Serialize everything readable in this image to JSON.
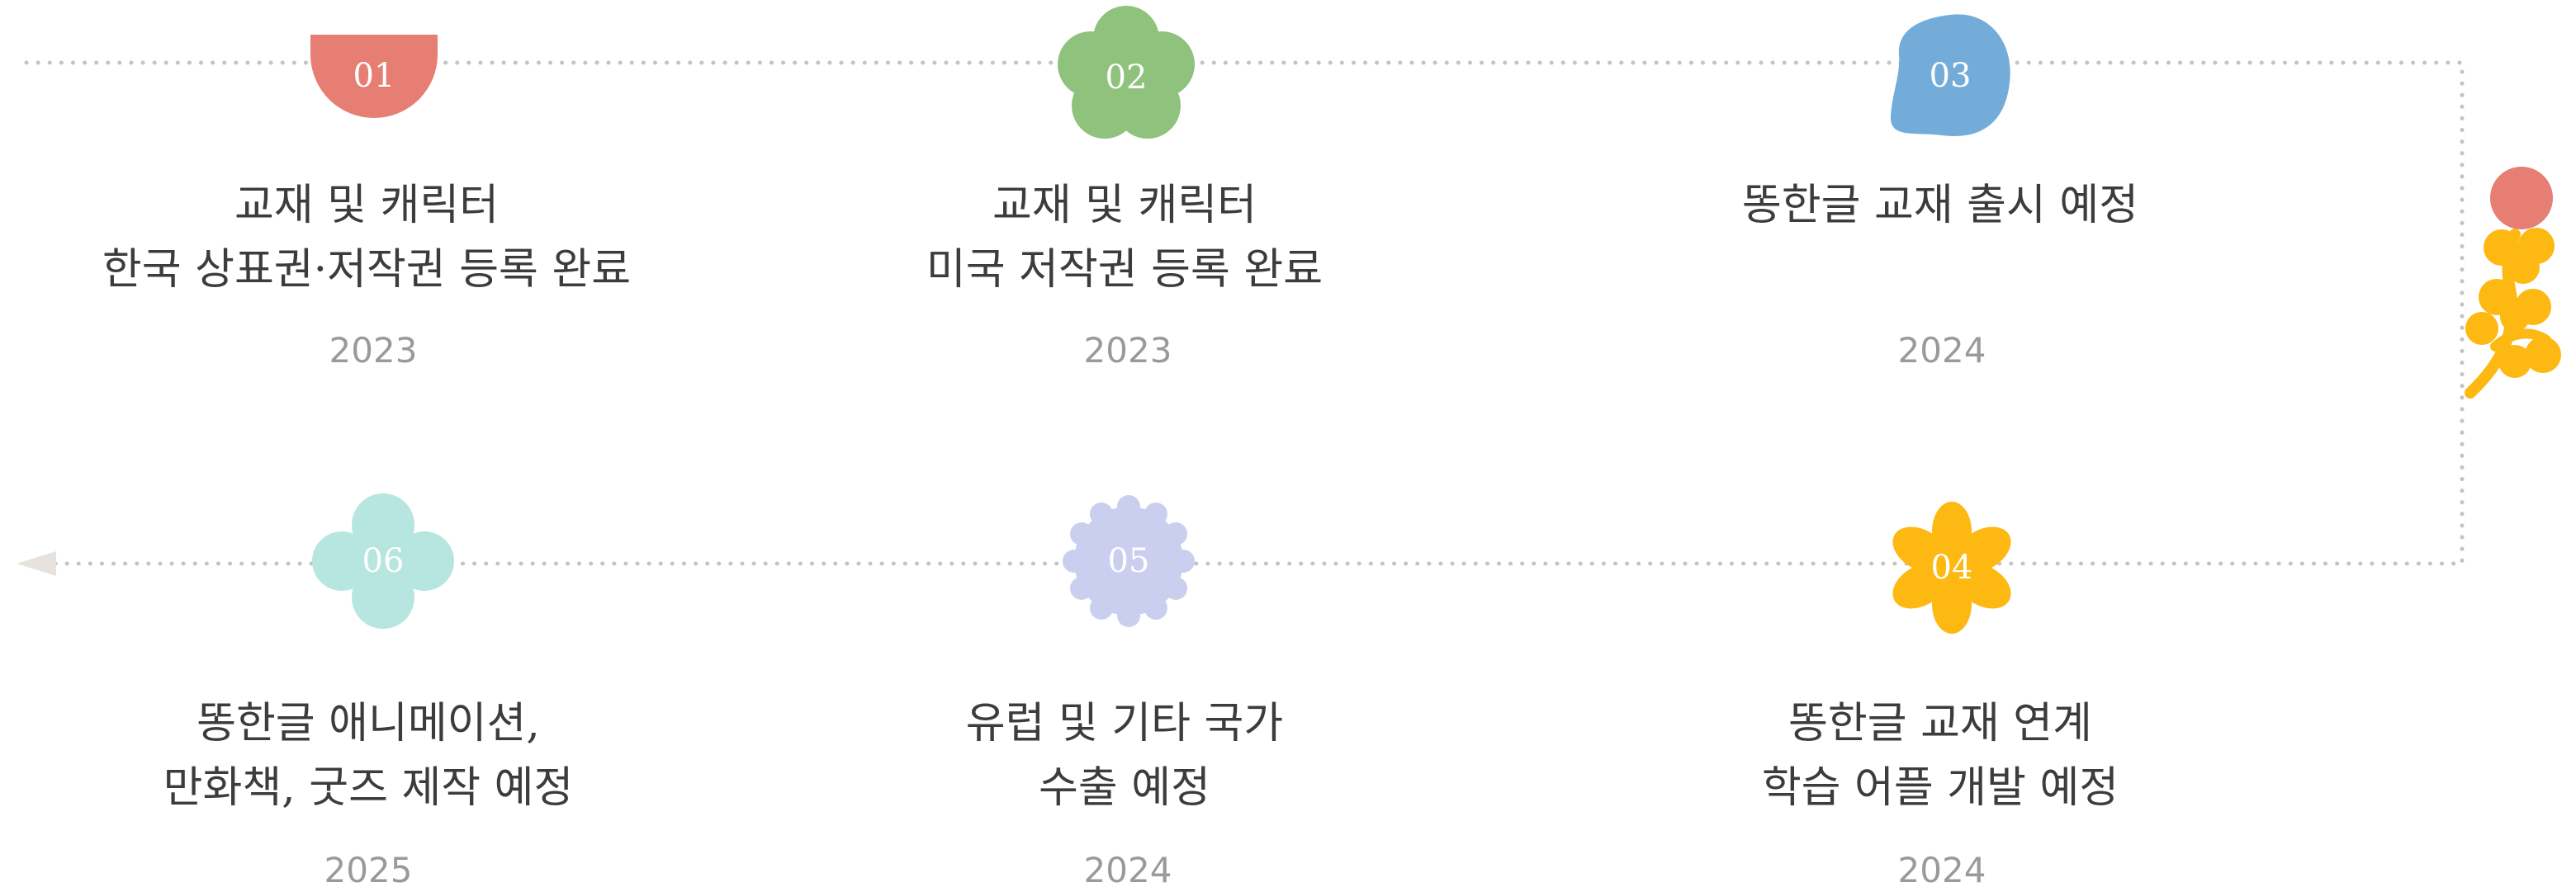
{
  "colors": {
    "track": "#c4c4c4",
    "text": "#3c3c3c",
    "year": "#9a9a9a",
    "step1": "#e77e74",
    "step2": "#8fc27d",
    "step3": "#74acd9",
    "step4": "#fdb812",
    "step5": "#cbcfef",
    "step6": "#b6e6df",
    "sprig_flower": "#e77e74",
    "sprig_leaves": "#fdb812"
  },
  "steps": [
    {
      "number": "01",
      "shape": "half-circle-icon",
      "lines": [
        "교재 및 캐릭터",
        "한국 상표권·저작권 등록 완료"
      ],
      "year": "2023"
    },
    {
      "number": "02",
      "shape": "five-petal-flower-icon",
      "lines": [
        "교재 및 캐릭터",
        "미국 저작권 등록 완료"
      ],
      "year": "2023"
    },
    {
      "number": "03",
      "shape": "blob-icon",
      "lines": [
        "똥한글 교재 출시 예정"
      ],
      "year": "2024"
    },
    {
      "number": "04",
      "shape": "six-petal-flower-icon",
      "lines": [
        "똥한글 교재 연계",
        "학습 어플 개발 예정"
      ],
      "year": "2024"
    },
    {
      "number": "05",
      "shape": "scalloped-badge-icon",
      "lines": [
        "유럽 및 기타 국가",
        "수출 예정"
      ],
      "year": "2024"
    },
    {
      "number": "06",
      "shape": "four-lobe-flower-icon",
      "lines": [
        "똥한글 애니메이션,",
        "만화책, 굿즈 제작 예정"
      ],
      "year": "2025"
    }
  ]
}
